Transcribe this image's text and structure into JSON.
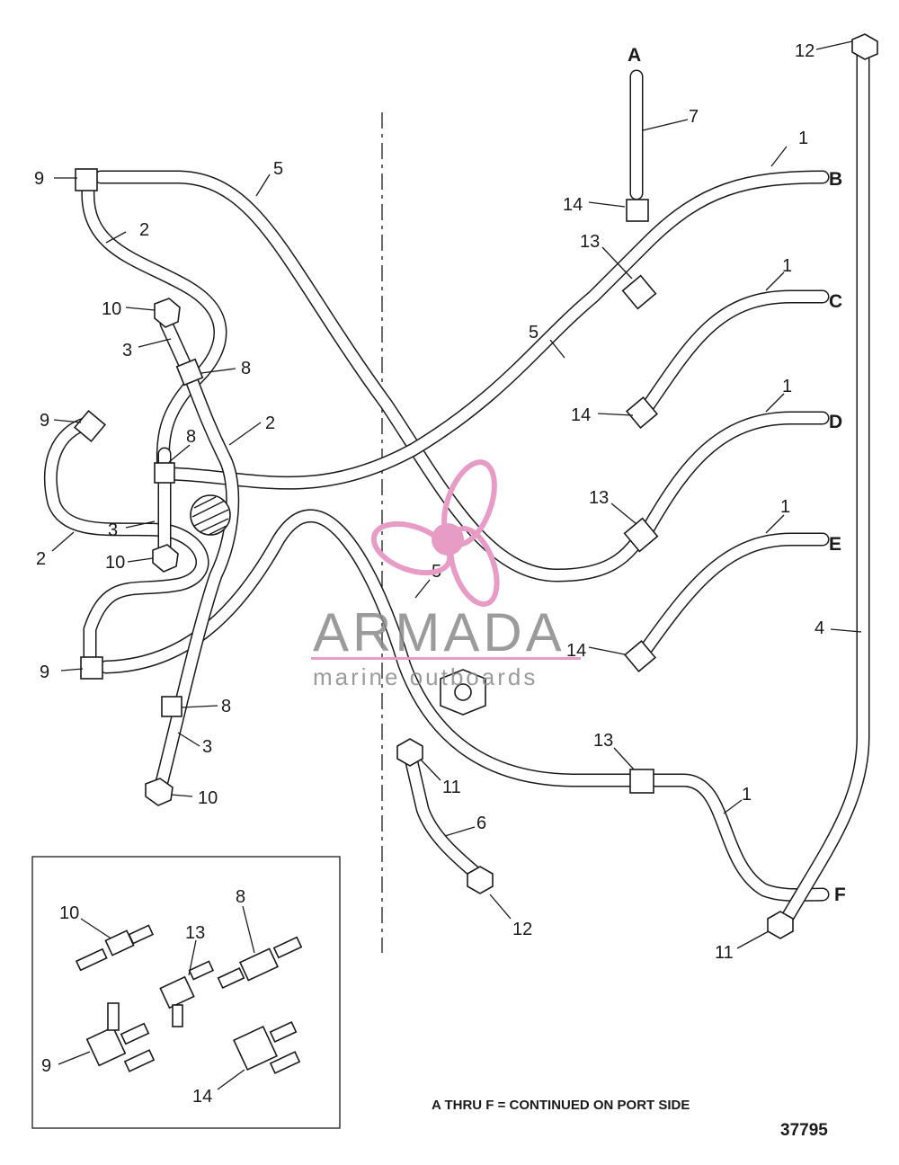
{
  "callouts": {
    "c1": "1",
    "c2": "2",
    "c3": "3",
    "c4": "4",
    "c5": "5",
    "c6": "6",
    "c7": "7",
    "c8": "8",
    "c9": "9",
    "c10": "10",
    "c11": "11",
    "c12": "12",
    "c13": "13",
    "c14": "14"
  },
  "letters": {
    "a": "A",
    "b": "B",
    "c": "C",
    "d": "D",
    "e": "E",
    "f": "F"
  },
  "note": "A THRU F = CONTINUED ON PORT SIDE",
  "figure_number": "37795",
  "watermark": {
    "brand": "ARMADA",
    "tagline": "marine outboards",
    "pink": "#e79cc6",
    "gray": "#8a8a8a"
  }
}
